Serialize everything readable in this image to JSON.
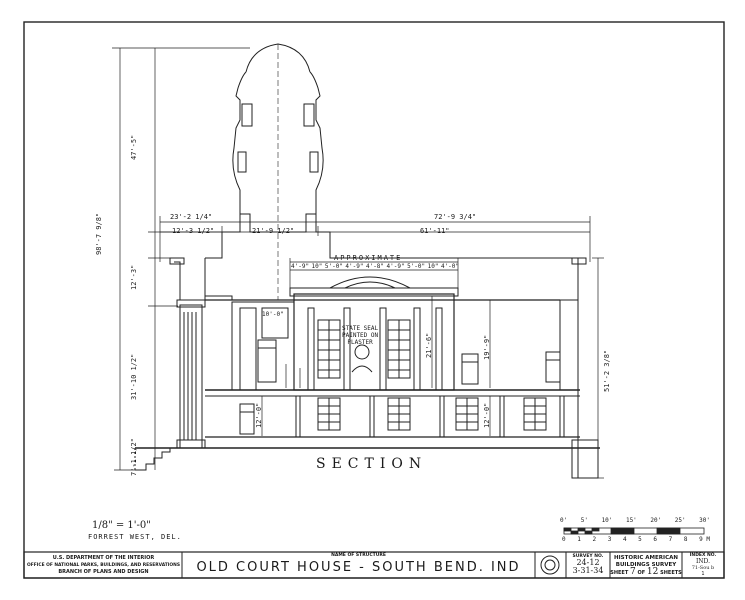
{
  "title_section": "SECTION",
  "dimensions": {
    "overall_height": "98'-7 9/8\"",
    "dome_height": "47'-5\"",
    "roof_height": "12'-3\"",
    "main_height": "31'-10 1/2\"",
    "base_height": "7'-1 1/2\"",
    "left_wing": "23'-2 1/4\"",
    "left_inner": "12'-3 1/2\"",
    "dome_width": "21'-9 1/2\"",
    "right_total": "72'-9 3/4\"",
    "right_inner": "61'-11\"",
    "approximate": "APPROXIMATE",
    "bay_widths": [
      "4'-9\"",
      "10\"",
      "5'-0\"",
      "4'-9\"",
      "4'-8\"",
      "4'-9\"",
      "5'-0\"",
      "10\"",
      "4'-0\""
    ],
    "court_height": "21'-6\"",
    "right_height": "19'-9\"",
    "far_right_height": "51'-2 3/8\"",
    "lower_height_left": "12'-0\"",
    "lower_height_right": "12'-0\"",
    "small_left": "10'-0\""
  },
  "annotation": {
    "line1": "STATE SEAL",
    "line2": "PAINTED ON",
    "line3": "PLASTER"
  },
  "scale": {
    "ratio": "1/8\" = 1'-0\"",
    "author": "FORREST WEST, DEL.",
    "ticks_top": [
      "0'",
      "5'",
      "10'",
      "15'",
      "20'",
      "25'",
      "30'"
    ],
    "ticks_bottom": [
      "0",
      "1",
      "2",
      "3",
      "4",
      "5",
      "6",
      "7",
      "8",
      "9 M"
    ]
  },
  "title_block": {
    "dept_line1": "U.S. DEPARTMENT OF THE INTERIOR",
    "dept_line2": "OFFICE OF NATIONAL PARKS, BUILDINGS, AND RESERVATIONS",
    "dept_line3": "BRANCH OF PLANS AND DESIGN",
    "name_label": "NAME OF STRUCTURE",
    "structure_name": "OLD COURT HOUSE - SOUTH BEND. IND",
    "survey_label": "SURVEY NO.",
    "survey_no": "24-12",
    "survey_date": "3-31-34",
    "habs_line1": "HISTORIC AMERICAN",
    "habs_line2": "BUILDINGS SURVEY",
    "sheet_word": "SHEET",
    "sheet_no": "7",
    "of_word": "OF",
    "sheet_total": "12",
    "sheets_word": "SHEETS",
    "index_label": "INDEX NO.",
    "index_code": "IND.",
    "index_num": "71-Sou b",
    "index_sub": "1"
  }
}
